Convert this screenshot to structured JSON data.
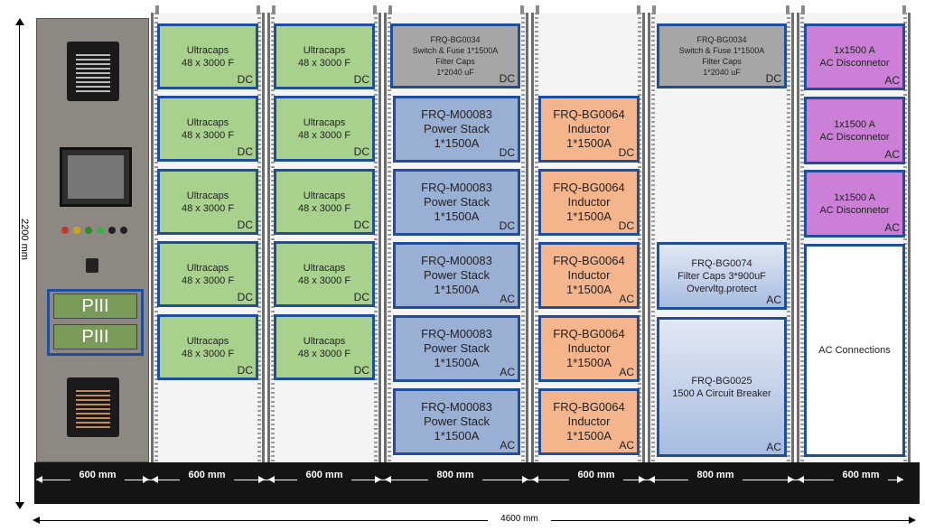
{
  "dimensions": {
    "height": "2200 mm",
    "total_width": "4600 mm",
    "widths": [
      "600 mm",
      "600 mm",
      "600 mm",
      "800 mm",
      "600 mm",
      "800 mm",
      "600 mm"
    ]
  },
  "control_panel": {
    "labels": [
      "PIII",
      "PIII"
    ],
    "indicator_colors": [
      "#c0392b",
      "#d4a017",
      "#2e8b2e",
      "#3cb043",
      "#222222",
      "#222222"
    ]
  },
  "modules": {
    "ultracap": {
      "title": "Ultracaps",
      "spec": "48 x 3000 F",
      "tag": "DC"
    },
    "fuse": {
      "title": "FRQ-BG0034",
      "line2": "Switch & Fuse  1*1500A",
      "line3": "Filter Caps",
      "line4": "1*2040 uF",
      "tag": "DC"
    },
    "fuse2": {
      "title": "FRQ-BG0034",
      "line2": "Switch & Fuse  1*1500A",
      "line3": "Filter Caps",
      "line4": "1*2040 uF",
      "tag": "DC"
    },
    "stacks": [
      {
        "title": "FRQ-M00083",
        "line2": "Power Stack",
        "line3": "1*1500A",
        "tag": "DC"
      },
      {
        "title": "FRQ-M00083",
        "line2": "Power Stack",
        "line3": "1*1500A",
        "tag": "DC"
      },
      {
        "title": "FRQ-M00083",
        "line2": "Power Stack",
        "line3": "1*1500A",
        "tag": "AC"
      },
      {
        "title": "FRQ-M00083",
        "line2": "Power Stack",
        "line3": "1*1500A",
        "tag": "AC"
      },
      {
        "title": "FRQ-M00083",
        "line2": "Power Stack",
        "line3": "1*1500A",
        "tag": "AC"
      }
    ],
    "inductors": [
      {
        "title": "FRQ-BG0064",
        "line2": "Inductor",
        "line3": "1*1500A",
        "tag": "DC"
      },
      {
        "title": "FRQ-BG0064",
        "line2": "Inductor",
        "line3": "1*1500A",
        "tag": "DC"
      },
      {
        "title": "FRQ-BG0064",
        "line2": "Inductor",
        "line3": "1*1500A",
        "tag": "AC"
      },
      {
        "title": "FRQ-BG0064",
        "line2": "Inductor",
        "line3": "1*1500A",
        "tag": "AC"
      },
      {
        "title": "FRQ-BG0064",
        "line2": "Inductor",
        "line3": "1*1500A",
        "tag": "AC"
      }
    ],
    "filter": {
      "title": "FRQ-BG0074",
      "line2": "Filter Caps 3*900uF",
      "line3": "Overvltg.protect",
      "tag": "AC"
    },
    "breaker": {
      "title": "FRQ-BG0025",
      "line2": "1500 A Circuit Breaker",
      "tag": "AC"
    },
    "disconnectors": [
      {
        "title": "1x1500 A",
        "line2": "AC Disconnetor",
        "tag": "AC"
      },
      {
        "title": "1x1500 A",
        "line2": "AC Disconnetor",
        "tag": "AC"
      },
      {
        "title": "1x1500 A",
        "line2": "AC Disconnetor",
        "tag": "AC"
      }
    ],
    "ac_connections": {
      "title": "AC Connections"
    }
  }
}
